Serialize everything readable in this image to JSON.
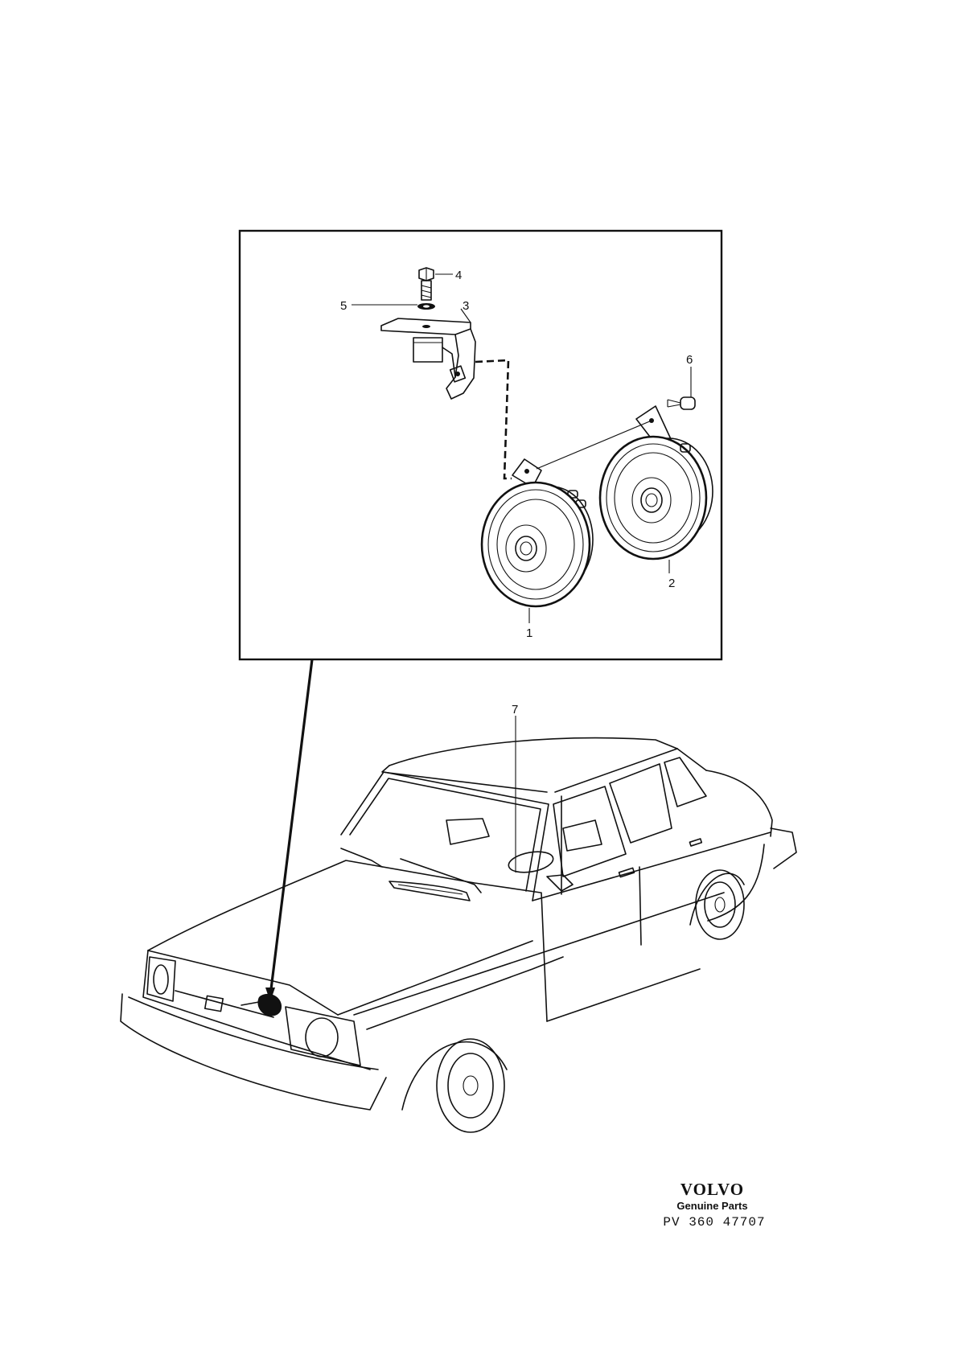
{
  "diagram": {
    "callouts": [
      "1",
      "2",
      "3",
      "4",
      "5",
      "6",
      "7"
    ]
  },
  "footer": {
    "brand": "VOLVO",
    "subtitle": "Genuine Parts",
    "code": "PV 360 47707"
  }
}
